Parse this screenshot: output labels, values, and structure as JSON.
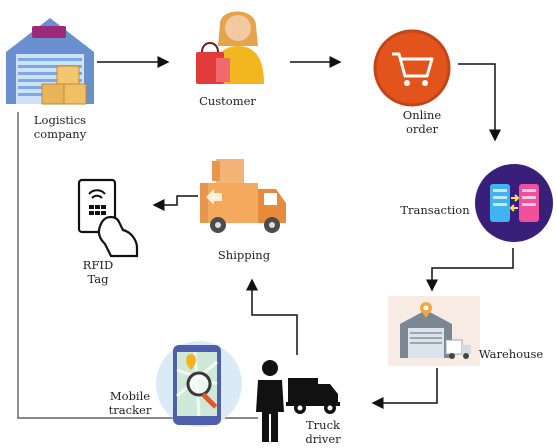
{
  "nodes": {
    "logistics_company": {
      "label": "Logistics\ncompany",
      "icon": "warehouse-building-icon"
    },
    "customer": {
      "label": "Customer",
      "icon": "shopper-woman-icon"
    },
    "online_order": {
      "label": "Online\norder",
      "icon": "shopping-cart-icon"
    },
    "transaction": {
      "label": "Transaction",
      "icon": "card-transfer-icon"
    },
    "warehouse": {
      "label": "Warehouse",
      "icon": "warehouse-truck-icon"
    },
    "truck_driver": {
      "label": "Truck\ndriver",
      "icon": "driver-truck-icon"
    },
    "mobile_tracker": {
      "label": "Mobile\ntracker",
      "icon": "phone-map-icon"
    },
    "shipping": {
      "label": "Shipping",
      "icon": "delivery-truck-icon"
    },
    "rfid_tag": {
      "label": "RFID\nTag",
      "icon": "rfid-card-icon"
    }
  },
  "colors": {
    "arrow": "#111111",
    "line": "#333333",
    "cart_orange": "#e2541c",
    "transaction_purple": "#3a1f7a",
    "truck_orange": "#f4a95c",
    "shirt_yellow": "#f2b61f"
  }
}
